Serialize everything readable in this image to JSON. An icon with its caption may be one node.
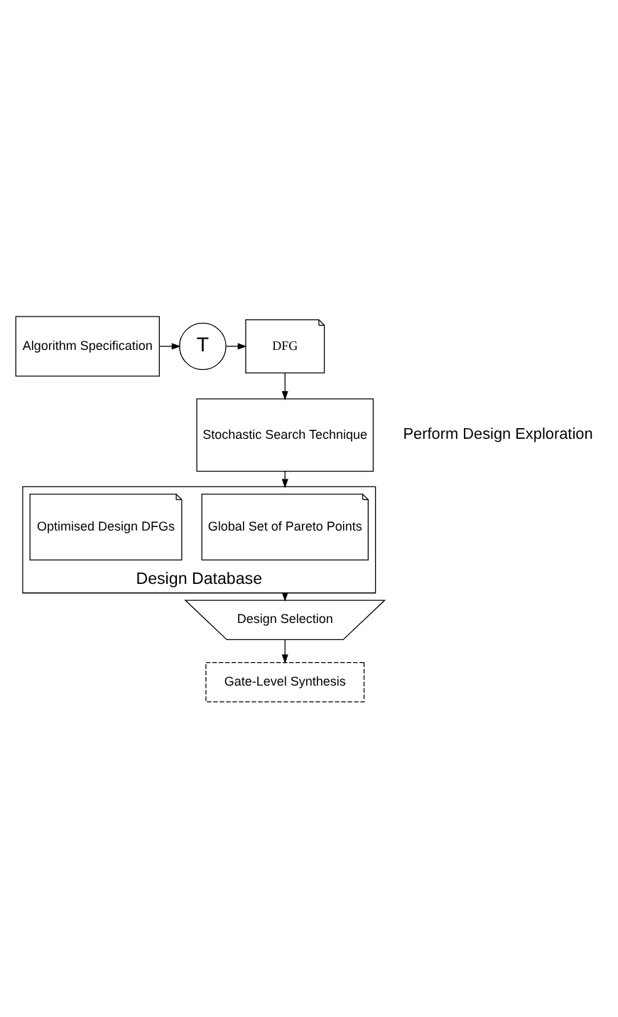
{
  "diagram": {
    "nodes": [
      {
        "text": [
          "Algorithm Specification"
        ]
      },
      {
        "text": [
          "T"
        ]
      },
      {
        "text": [
          "DFG"
        ]
      },
      {
        "text": [
          "Stochastic Search Technique"
        ]
      },
      {
        "text": [
          "Design Database"
        ]
      },
      {
        "text": [
          "Global Set of Pareto Points"
        ],
        "in": 4
      },
      {
        "text": [
          "Optimised Design DFGs"
        ],
        "in": 4
      },
      {
        "text": [
          "Design Selection"
        ]
      },
      {
        "text": [
          "Gate-Level Synthesis"
        ]
      }
    ],
    "edges": [
      {
        "from": 0,
        "to": 1,
        "arrow": "to"
      },
      {
        "from": 1,
        "to": 2,
        "arrow": "to"
      },
      {
        "from": 2,
        "to": 3,
        "arrow": "to"
      },
      {
        "from": 3,
        "to": 4,
        "arrow": "to"
      },
      {
        "from": 4,
        "to": 7,
        "arrow": "to"
      },
      {
        "from": 7,
        "to": 8,
        "arrow": "to"
      }
    ],
    "labels": [
      "Perform Design Exploration"
    ]
  }
}
